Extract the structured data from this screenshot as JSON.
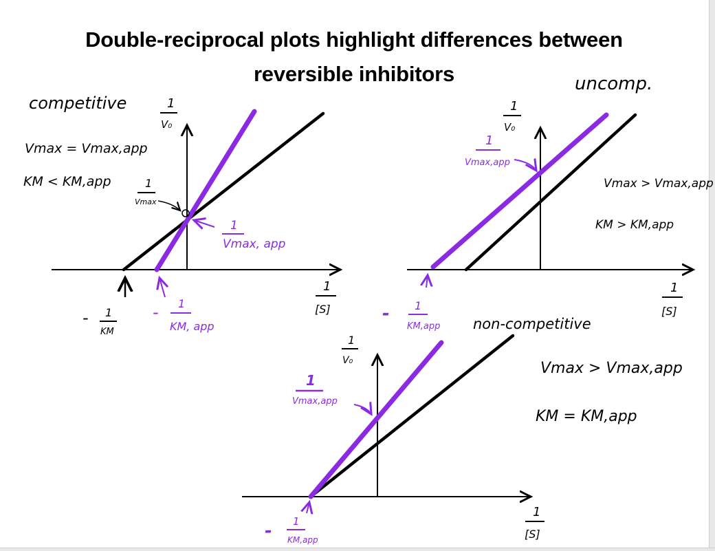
{
  "title": {
    "line1": "Double-reciprocal plots highlight differences between",
    "line2": "reversible inhibitors"
  },
  "colors": {
    "ink": "#000000",
    "inhibitor": "#8a2be2",
    "background": "#ffffff"
  },
  "competitive": {
    "label": "competitive",
    "y_axis_label": {
      "num": "1",
      "den": "V₀"
    },
    "x_axis_label": {
      "num": "1",
      "den": "[S]"
    },
    "notes": [
      "Vmax = Vmax,app",
      "KM < KM,app"
    ],
    "y_int_label": {
      "num": "1",
      "den": "Vmax"
    },
    "y_int_app_label": {
      "num": "1",
      "den": "Vmax, app"
    },
    "x_int_label": {
      "prefix": "-",
      "num": "1",
      "den": "KM"
    },
    "x_int_app_label": {
      "prefix": "-",
      "num": "1",
      "den": "KM, app"
    }
  },
  "uncompetitive": {
    "label": "uncomp.",
    "y_axis_label": {
      "num": "1",
      "den": "V₀"
    },
    "x_axis_label": {
      "num": "1",
      "den": "[S]"
    },
    "notes": [
      "Vmax > Vmax,app",
      "KM > KM,app"
    ],
    "y_int_app_label": {
      "num": "1",
      "den": "Vmax,app"
    },
    "x_int_app_label": {
      "prefix": "-",
      "num": "1",
      "den": "KM,app"
    }
  },
  "noncompetitive": {
    "label": "non-competitive",
    "y_axis_label": {
      "num": "1",
      "den": "V₀"
    },
    "x_axis_label": {
      "num": "1",
      "den": "[S]"
    },
    "notes": [
      "Vmax > Vmax,app",
      "KM = KM,app"
    ],
    "y_int_app_label": {
      "num": "1",
      "den": "Vmax,app"
    },
    "x_int_app_label": {
      "prefix": "-",
      "num": "1",
      "den": "KM,app"
    }
  }
}
